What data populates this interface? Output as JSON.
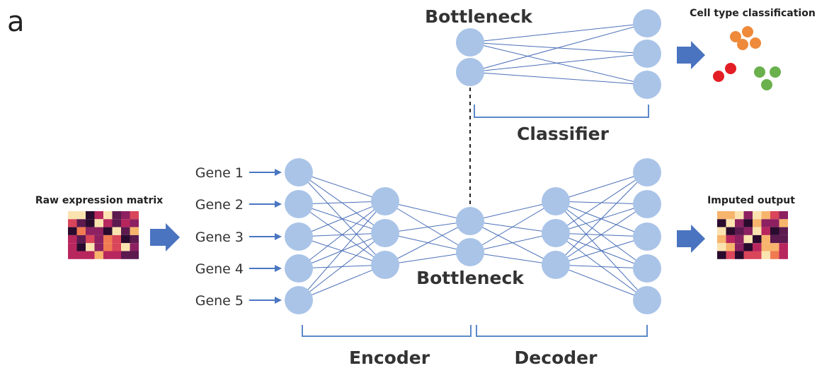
{
  "panel_label": "a",
  "input": {
    "title": "Raw expression matrix",
    "genes": [
      "Gene 1",
      "Gene 2",
      "Gene 3",
      "Gene 4",
      "Gene 5"
    ]
  },
  "output": {
    "title": "Imputed output"
  },
  "labels": {
    "bottleneck_top": "Bottleneck",
    "bottleneck_bottom": "Bottleneck",
    "classifier": "Classifier",
    "encoder": "Encoder",
    "decoder": "Decoder",
    "classification": "Cell type classification"
  },
  "colors": {
    "node": "#aac4e8",
    "edge": "#4a6fb8",
    "arrow": "#4a74bf",
    "dot_orange": "#ee8a3a",
    "dot_red": "#e31e24",
    "dot_green": "#6ab04c"
  },
  "network": {
    "autoencoder_layers": [
      5,
      3,
      2,
      3,
      5
    ],
    "classifier_layers": [
      2,
      3
    ]
  },
  "cell_dots": {
    "orange": 4,
    "red": 2,
    "green": 3
  }
}
